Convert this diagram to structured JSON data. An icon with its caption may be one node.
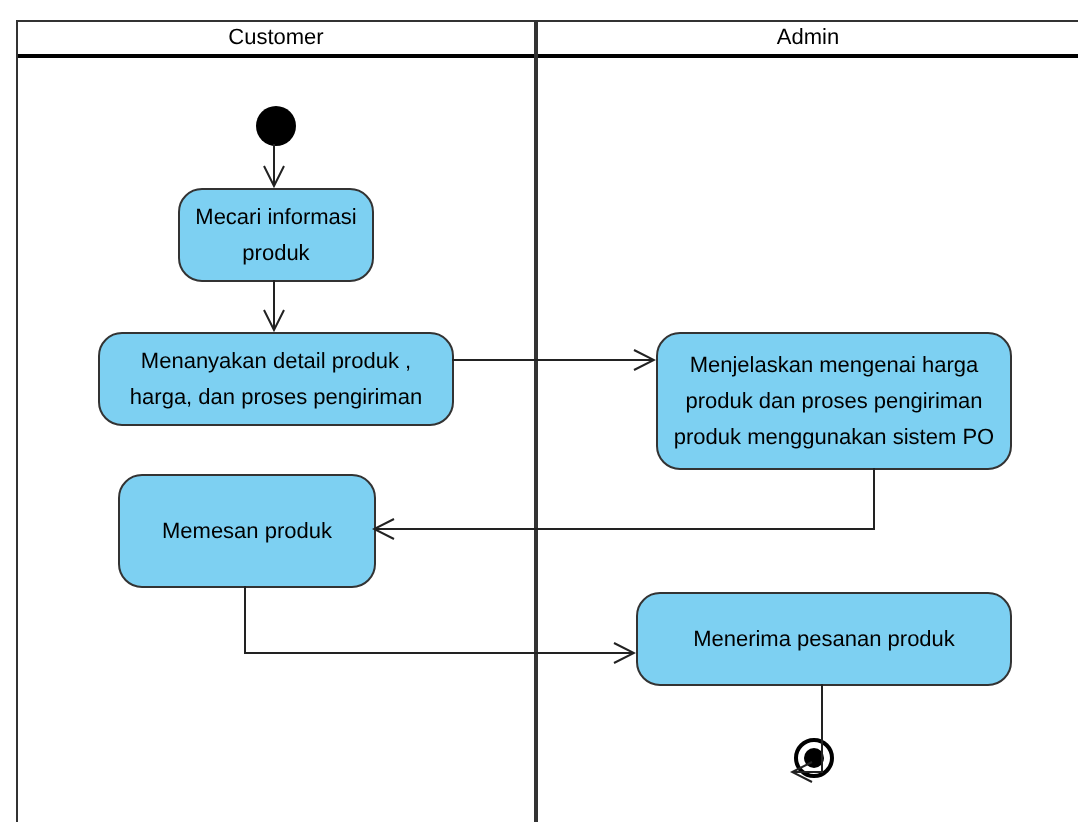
{
  "diagram": {
    "nodes": [
      {
        "text": [
          "Customer"
        ]
      },
      {
        "text": [
          "Admin"
        ]
      },
      {
        "text": [],
        "shape": "circle",
        "in": 0
      },
      {
        "text": [
          "Mecari informasi produk"
        ],
        "in": 0
      },
      {
        "text": [
          "Menanyakan detail produk , harga, dan proses pengiriman"
        ],
        "in": 0
      },
      {
        "text": [
          "Memesan produk"
        ],
        "in": 0
      },
      {
        "text": [
          "Menjelaskan mengenai harga produk dan proses pengiriman produk menggunakan sistem PO"
        ],
        "in": 1
      },
      {
        "text": [
          "Menerima pesanan produk"
        ],
        "in": 1
      },
      {
        "text": [],
        "shape": "circle",
        "in": 1
      }
    ],
    "edges": [
      {
        "from": 2,
        "to": 3,
        "arrow": "to"
      },
      {
        "from": 3,
        "to": 4,
        "arrow": "to"
      },
      {
        "from": 4,
        "to": 6,
        "arrow": "to"
      },
      {
        "from": 6,
        "to": 5,
        "arrow": "to"
      },
      {
        "from": 5,
        "to": 7,
        "arrow": "to"
      },
      {
        "from": 7,
        "to": 8,
        "arrow": "to"
      }
    ]
  }
}
